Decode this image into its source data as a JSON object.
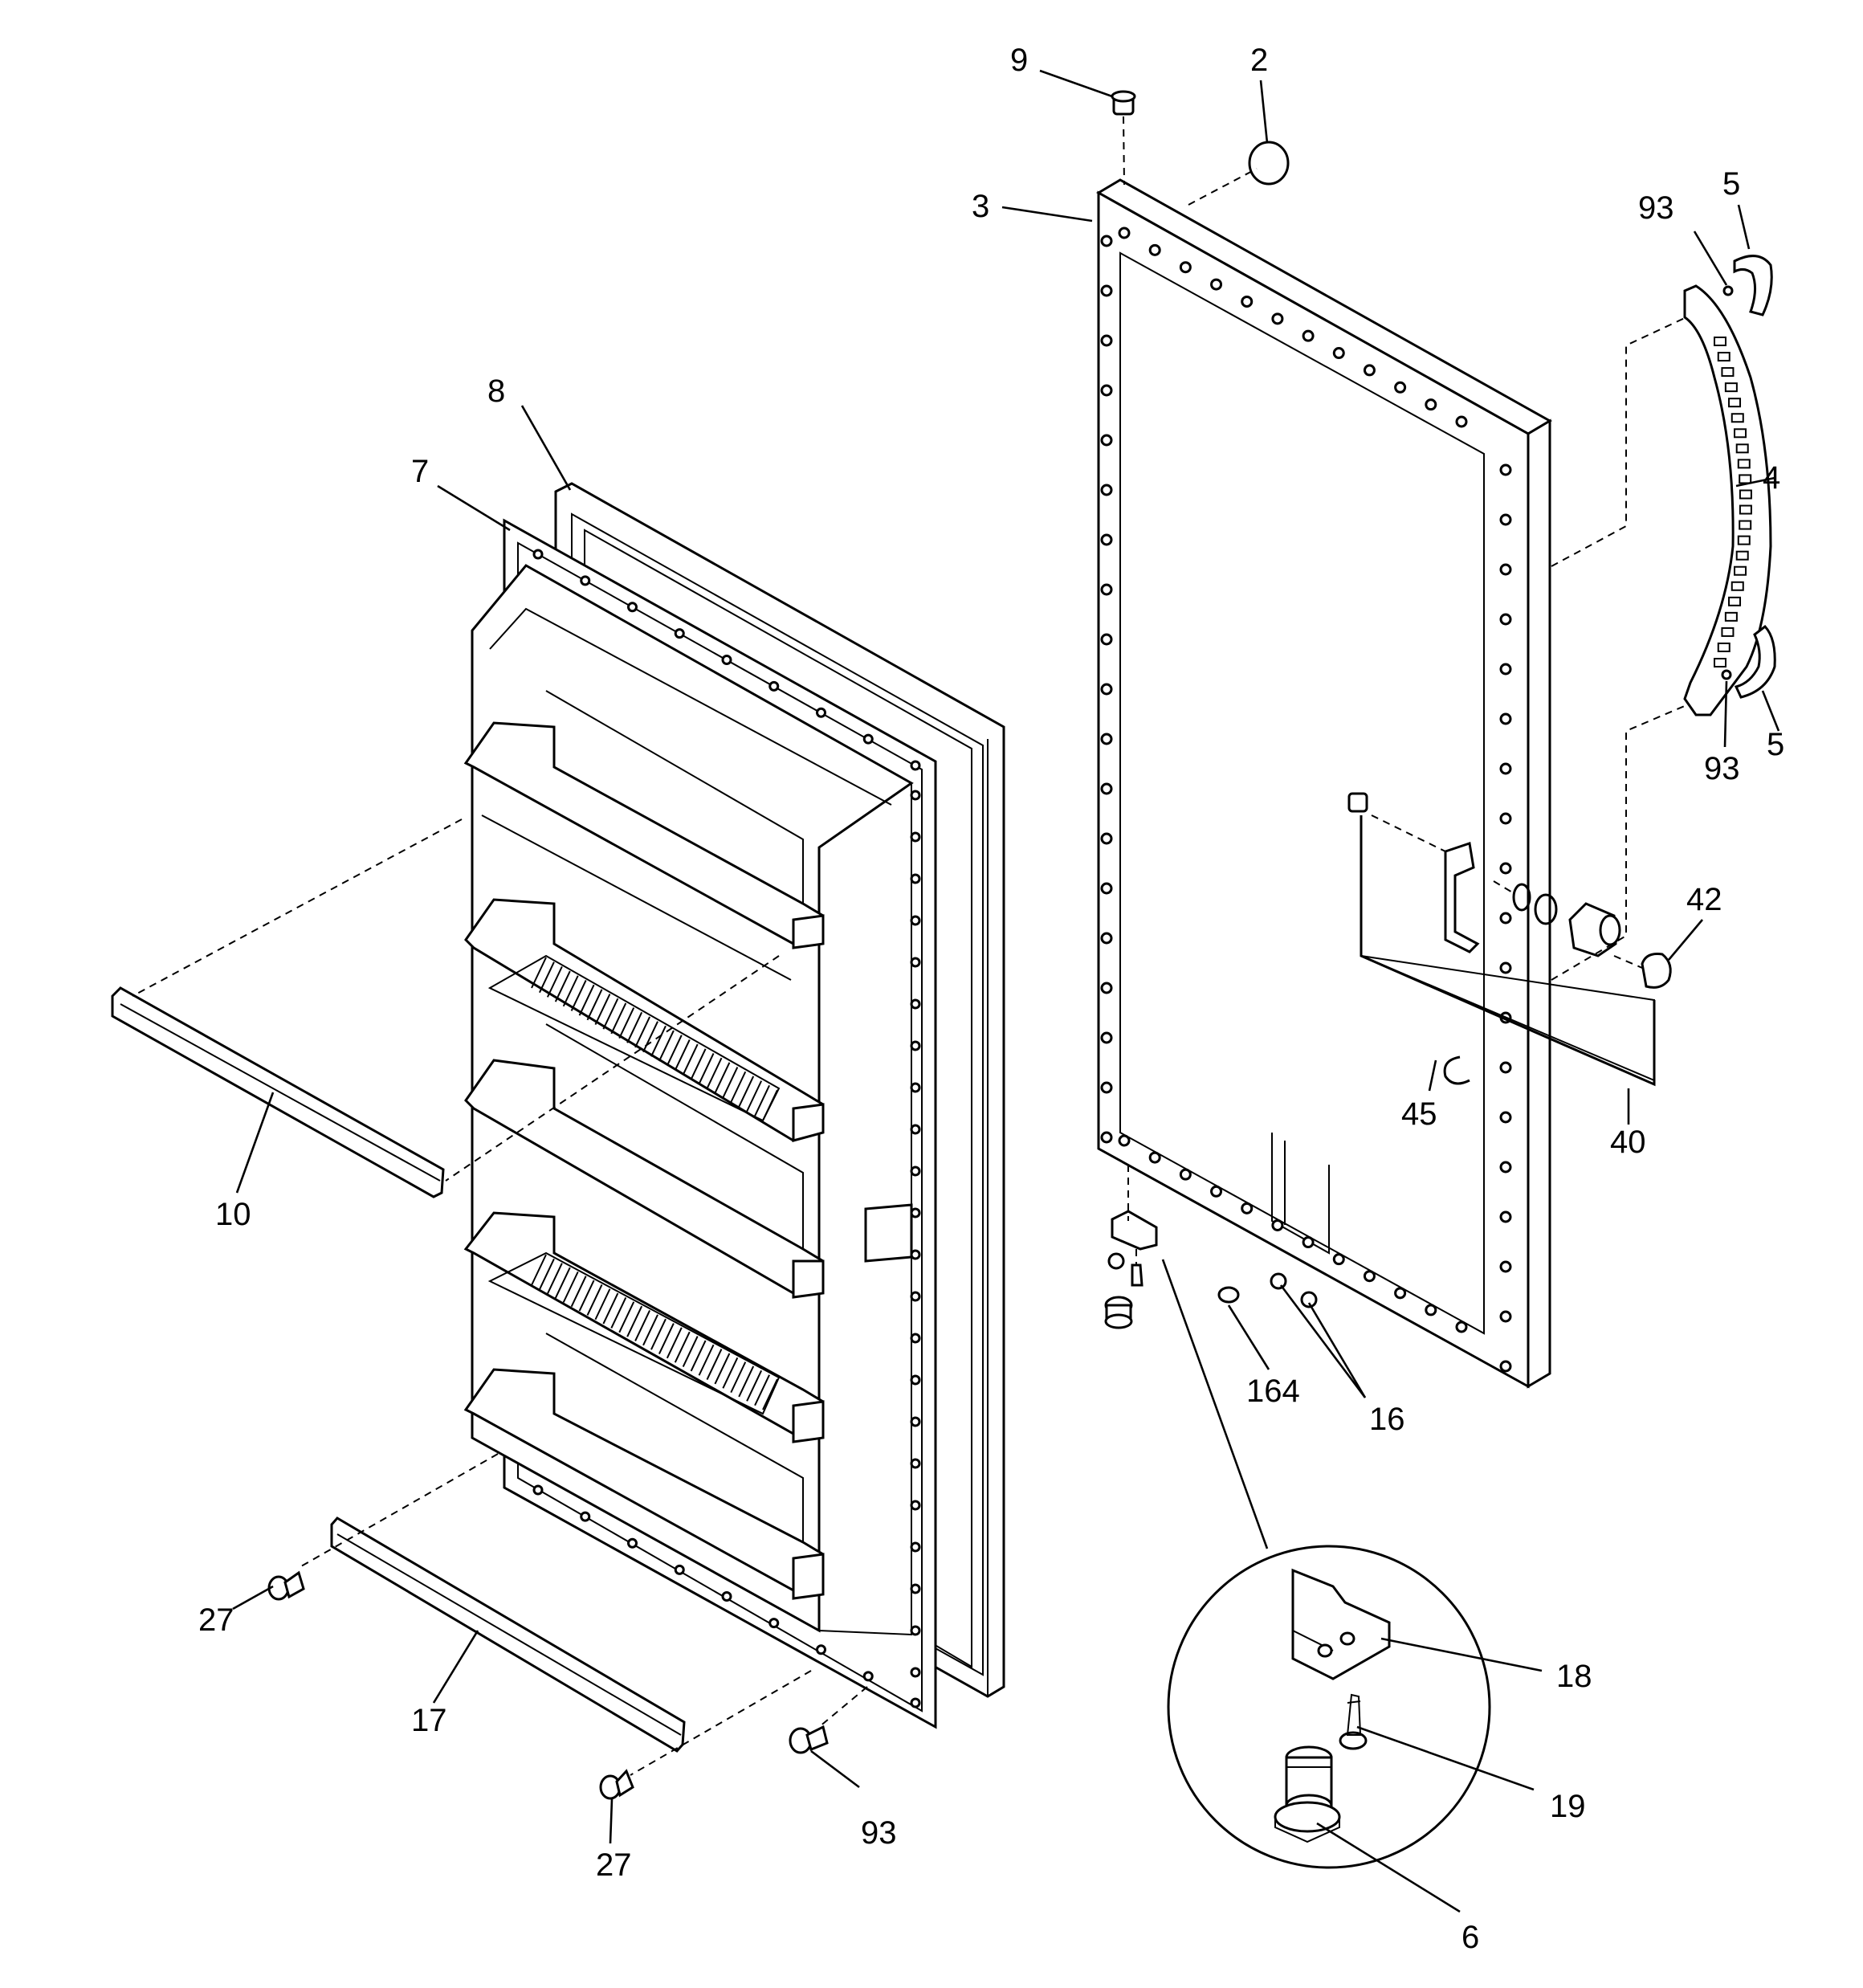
{
  "callouts": [
    {
      "id": "c9",
      "text": "9"
    },
    {
      "id": "c2",
      "text": "2"
    },
    {
      "id": "c3",
      "text": "3"
    },
    {
      "id": "c93a",
      "text": "93"
    },
    {
      "id": "c5a",
      "text": "5"
    },
    {
      "id": "c4",
      "text": "4"
    },
    {
      "id": "c93b",
      "text": "93"
    },
    {
      "id": "c5b",
      "text": "5"
    },
    {
      "id": "c42",
      "text": "42"
    },
    {
      "id": "c40",
      "text": "40"
    },
    {
      "id": "c45",
      "text": "45"
    },
    {
      "id": "c8",
      "text": "8"
    },
    {
      "id": "c7",
      "text": "7"
    },
    {
      "id": "c10",
      "text": "10"
    },
    {
      "id": "c164",
      "text": "164"
    },
    {
      "id": "c16",
      "text": "16"
    },
    {
      "id": "c18",
      "text": "18"
    },
    {
      "id": "c19",
      "text": "19"
    },
    {
      "id": "c6",
      "text": "6"
    },
    {
      "id": "c27a",
      "text": "27"
    },
    {
      "id": "c17",
      "text": "17"
    },
    {
      "id": "c27b",
      "text": "27"
    },
    {
      "id": "c93c",
      "text": "93"
    }
  ]
}
